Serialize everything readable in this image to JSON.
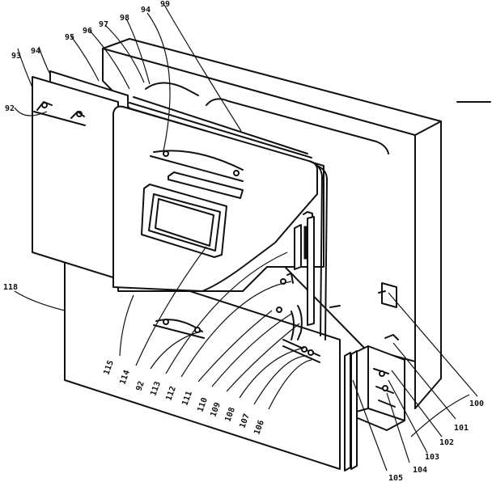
{
  "callouts": {
    "c93": "93",
    "c94a": "94",
    "c95": "95",
    "c96": "96",
    "c97": "97",
    "c98": "98",
    "c94b": "94",
    "c99": "99",
    "c92a": "92",
    "c118": "118",
    "c115": "115",
    "c114": "114",
    "c92b": "92",
    "c113": "113",
    "c112": "112",
    "c111": "111",
    "c110": "110",
    "c109": "109",
    "c108": "108",
    "c107": "107",
    "c106": "106",
    "c105": "105",
    "c104": "104",
    "c103": "103",
    "c102": "102",
    "c101": "101",
    "c100": "100"
  }
}
